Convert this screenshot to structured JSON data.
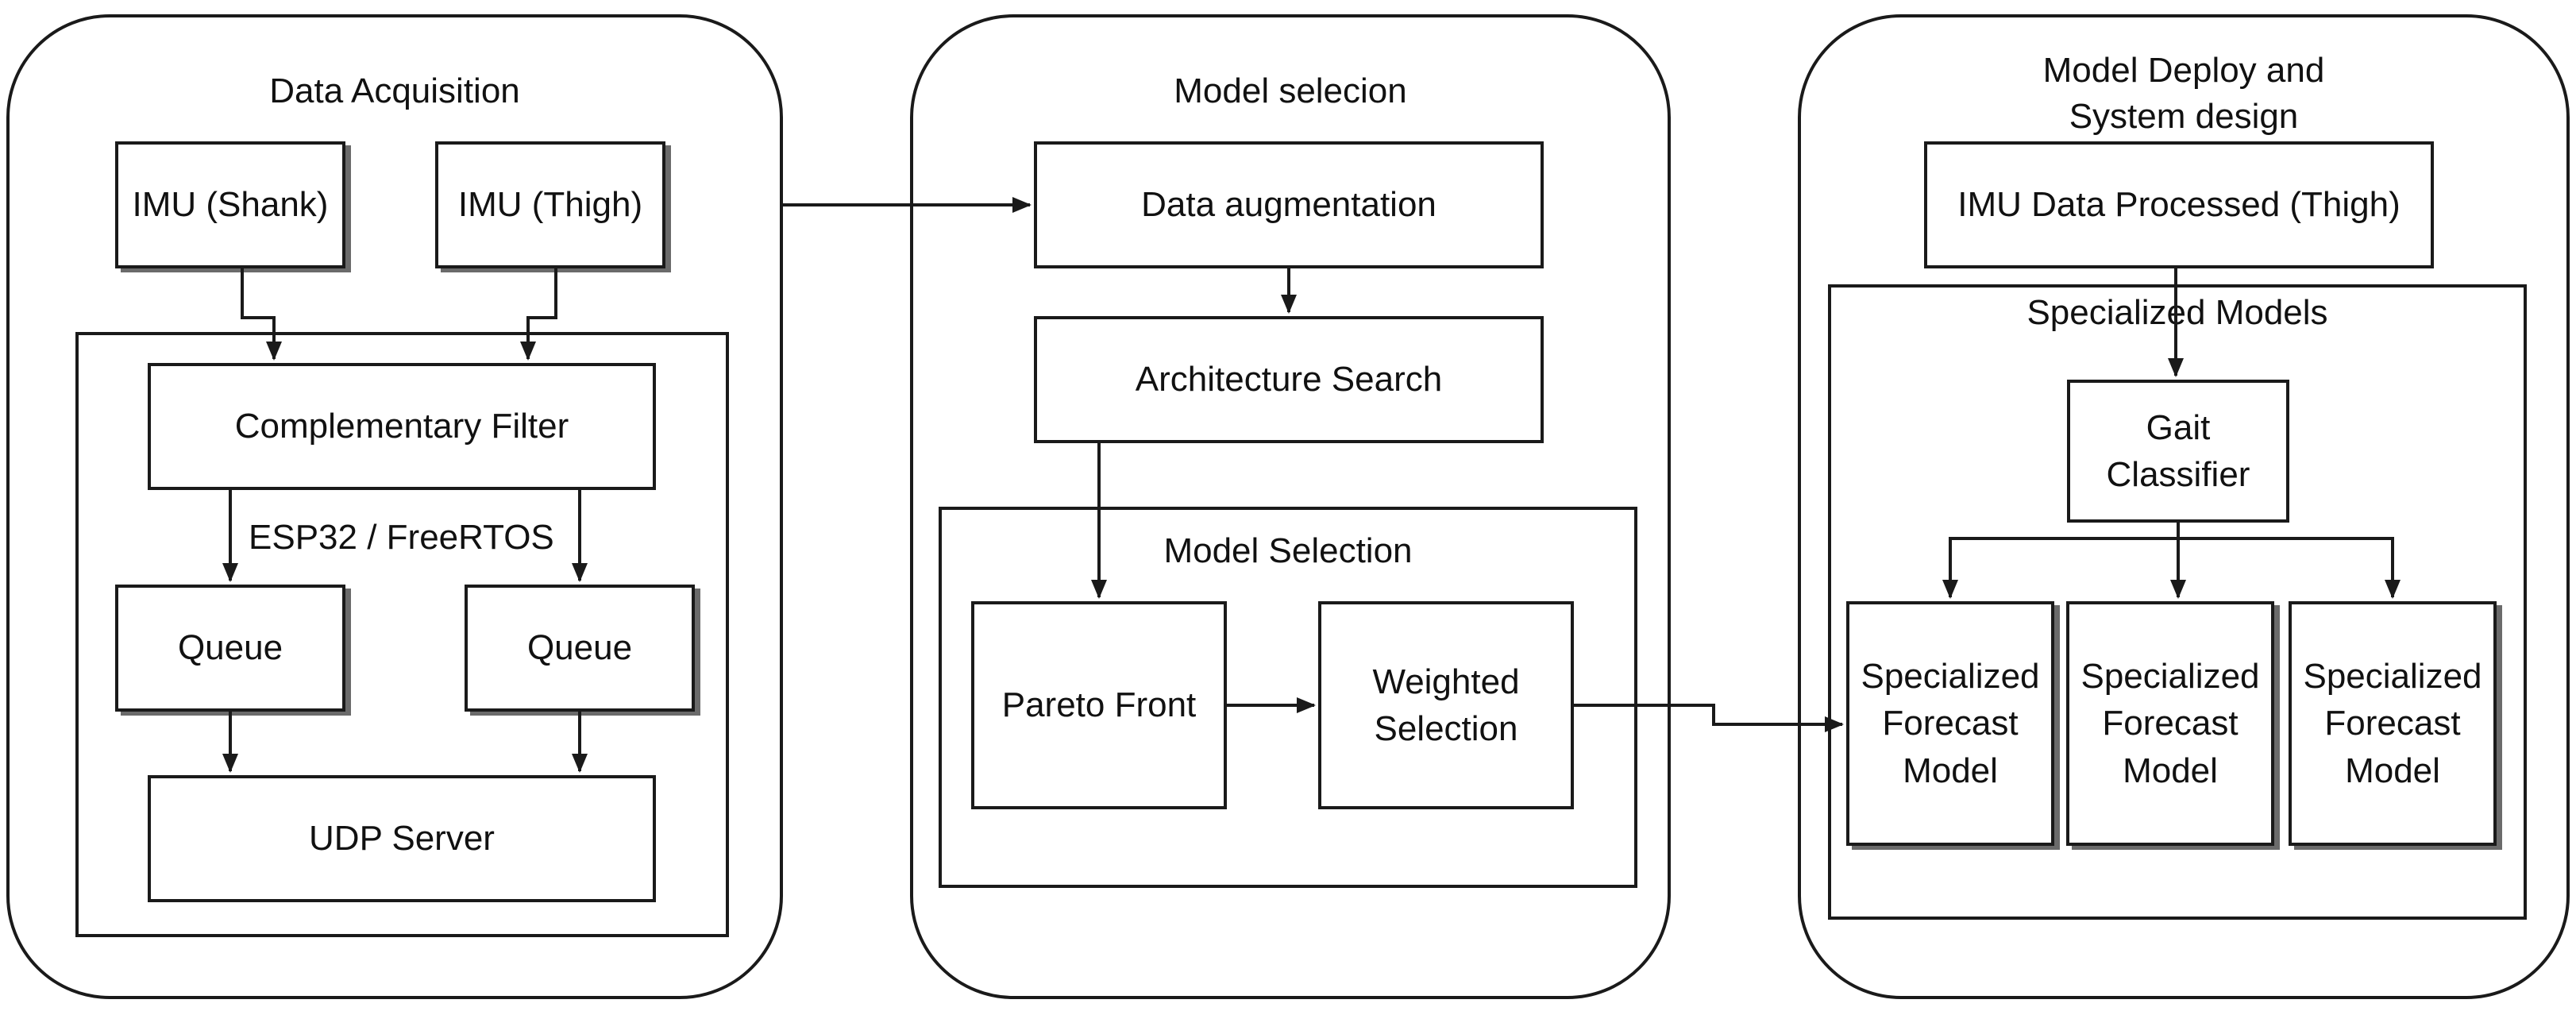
{
  "panels": {
    "acquisition": {
      "title": "Data Acquisition",
      "imu_shank": "IMU (Shank)",
      "imu_thigh": "IMU (Thigh)",
      "filter": "Complementary Filter",
      "esp_label": "ESP32 / FreeRTOS",
      "queue_left": "Queue",
      "queue_right": "Queue",
      "udp": "UDP Server"
    },
    "selection": {
      "title": "Model selecion",
      "augmentation": "Data augmentation",
      "arch_search": "Architecture Search",
      "sub_title": "Model Selection",
      "pareto": "Pareto Front",
      "weighted": "Weighted\nSelection"
    },
    "deploy": {
      "title": "Model Deploy and\nSystem design",
      "imu_processed": "IMU Data Processed (Thigh)",
      "specialized_title": "Specialized Models",
      "classifier": "Gait\nClassifier",
      "model_1": "Specialized\nForecast\nModel",
      "model_2": "Specialized\nForecast\nModel",
      "model_3": "Specialized\nForecast\nModel"
    }
  },
  "colors": {
    "stroke": "#1a1a1a",
    "shadow": "#6b6b6b",
    "background": "#ffffff"
  }
}
